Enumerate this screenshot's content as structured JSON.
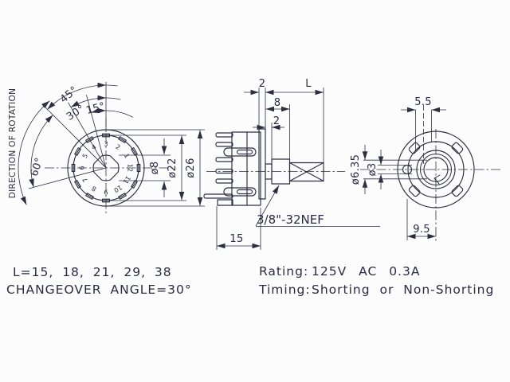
{
  "colors": {
    "ink": "#2e2e42",
    "background": "#fcfcfc"
  },
  "labels": {
    "direction_of_rotation": "DIRECTION OF ROTATION"
  },
  "front_view": {
    "angles": {
      "a45": "45°",
      "a30": "30°",
      "a15": "15°",
      "a60": "60°"
    },
    "diameters": {
      "shaft": "ø8",
      "contact_circle": "ø22",
      "body": "ø26"
    },
    "positions": [
      "1",
      "2",
      "3",
      "4",
      "5",
      "6",
      "7",
      "8",
      "9",
      "10",
      "11",
      "12"
    ]
  },
  "side_view": {
    "dims": {
      "plate_thickness": "2",
      "shaft_length": "L",
      "bushing_length": "8",
      "tab_length": "2",
      "body_depth": "15"
    },
    "thread": "3/8\"-32NEF"
  },
  "rear_view": {
    "dims": {
      "flat_width": "5.5",
      "shaft_dia": "ø6.35",
      "pin_dia": "ø3",
      "pin_offset": "9.5"
    }
  },
  "notes": {
    "shaft_lengths": "L=15, 18, 21, 29, 38",
    "changeover_angle": "CHANGEOVER ANGLE=30°",
    "rating_label": "Rating:",
    "rating_value": "125V AC 0.3A",
    "timing_label": "Timing:",
    "timing_value": "Shorting or Non-Shorting"
  }
}
